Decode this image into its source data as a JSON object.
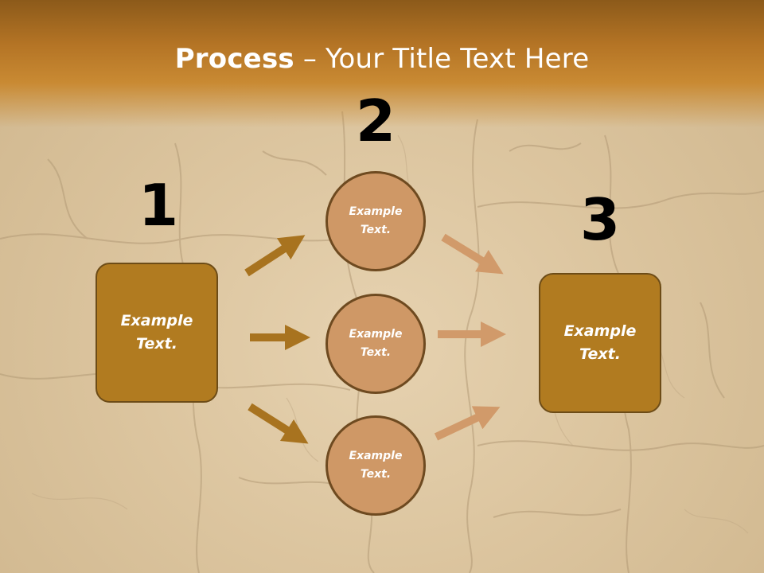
{
  "title": {
    "bold": "Process",
    "rest": " – Your Title Text Here"
  },
  "steps": [
    {
      "number": "1",
      "label": "Example\nText."
    },
    {
      "number": "2",
      "label": "Example\nText."
    },
    {
      "number": "3",
      "label": "Example\nText."
    }
  ],
  "circles": [
    {
      "label": "Example\nText."
    },
    {
      "label": "Example\nText."
    },
    {
      "label": "Example\nText."
    }
  ],
  "colors": {
    "box_fill": "#b17b20",
    "circle_fill": "#cf9866",
    "arrow_left": "#a8731f",
    "arrow_right": "#d19a6a",
    "header": "#b47425"
  }
}
